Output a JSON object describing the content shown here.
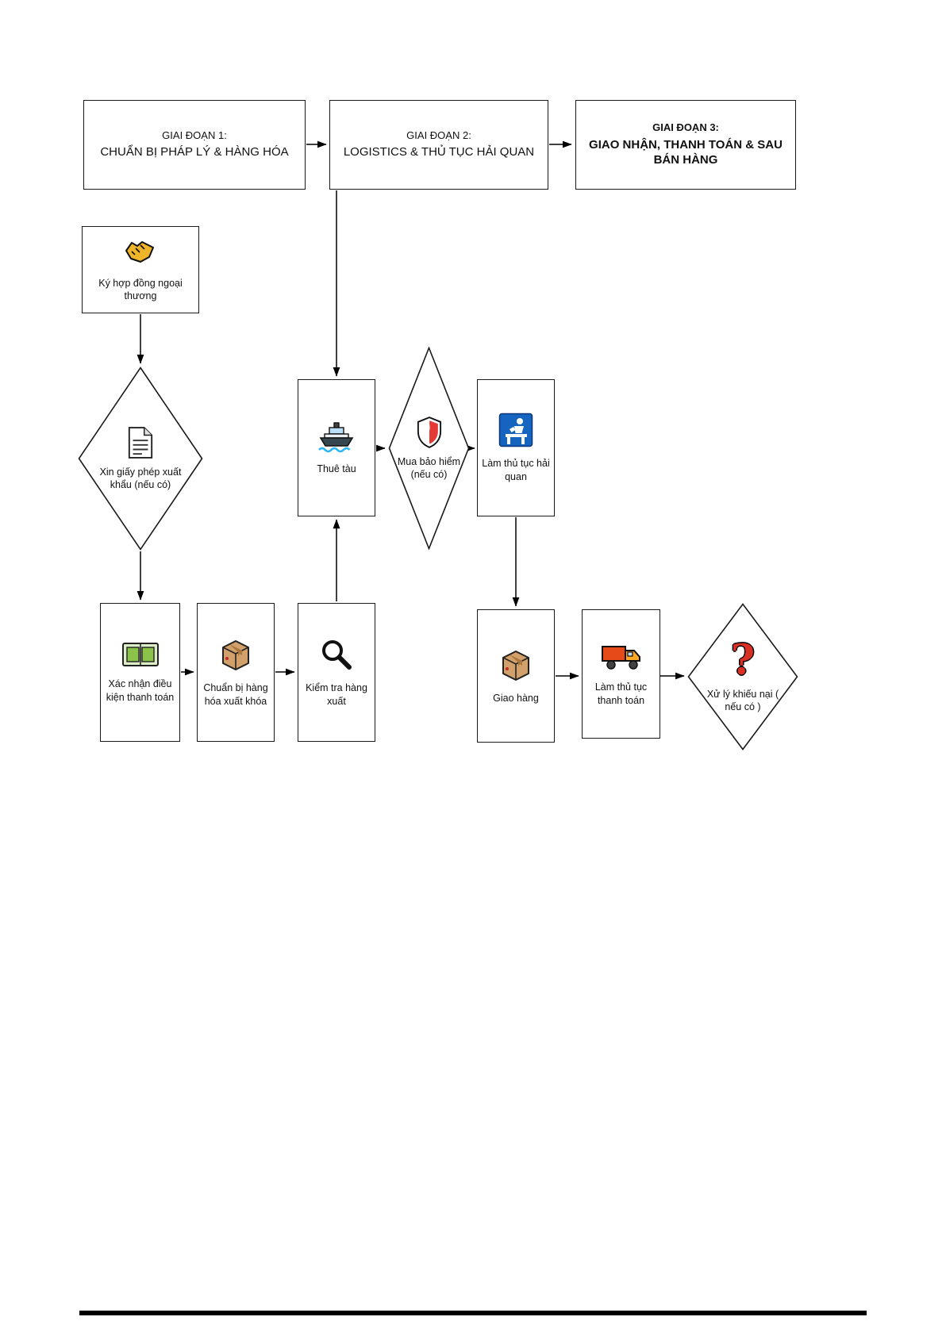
{
  "colors": {
    "border": "#1a1a1a",
    "arrow": "#000000",
    "gold": "#f0b42a",
    "money_green": "#8bc34a",
    "money_light": "#dcedc8",
    "box_tan": "#d2a06a",
    "box_tan_dark": "#a9763f",
    "shield_red": "#e53935",
    "customs_blue": "#1565c0",
    "truck_red": "#e64a19",
    "truck_orange": "#ffa726",
    "question_red": "#d93025",
    "ship_dark": "#37474f",
    "water_blue": "#29b6f6"
  },
  "phases": [
    {
      "line1": "GIAI ĐOẠN 1:",
      "line2": "CHUẨN BỊ PHÁP LÝ & HÀNG HÓA"
    },
    {
      "line1": "GIAI ĐOẠN 2:",
      "line2": "LOGISTICS & THỦ TỤC HẢI QUAN"
    },
    {
      "line1": "GIAI ĐOẠN 3:",
      "line2": "GIAO NHẬN, THANH TOÁN & SAU BÁN HÀNG"
    }
  ],
  "nodes": {
    "sign_contract": {
      "label": "Ký hợp đồng ngoại thương",
      "icon": "handshake-icon"
    },
    "export_license": {
      "label": "Xin giấy phép xuất khẩu (nếu có)",
      "icon": "document-icon"
    },
    "payment_terms": {
      "label": "Xác nhận điều kiện thanh toán",
      "icon": "banknote-icon"
    },
    "prepare_goods": {
      "label": "Chuẩn bị hàng hóa xuất khóa",
      "icon": "package-icon"
    },
    "inspect_goods": {
      "label": "Kiểm tra hàng xuất",
      "icon": "magnifier-icon"
    },
    "charter_ship": {
      "label": "Thuê tàu",
      "icon": "ship-icon"
    },
    "insurance": {
      "label": "Mua bảo hiểm (nếu có)",
      "icon": "shield-icon"
    },
    "customs": {
      "label": "Làm thủ tục hải quan",
      "icon": "customs-icon"
    },
    "deliver": {
      "label": "Giao hàng",
      "icon": "package-icon"
    },
    "payment_procedure": {
      "label": "Làm thủ tục thanh toán",
      "icon": "truck-icon"
    },
    "complaints": {
      "label": "Xử lý khiếu nại ( nếu có )",
      "icon": "question-icon",
      "glyph": "?"
    }
  }
}
